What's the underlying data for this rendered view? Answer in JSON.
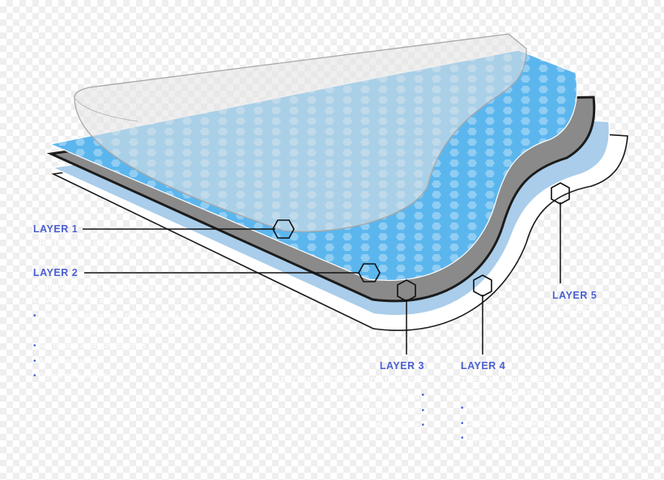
{
  "layers": [
    {
      "title": "LAYER 1",
      "subtitle": [
        "PROTECTIVE INTERLEAF"
      ],
      "bullets": []
    },
    {
      "title": "LAYER 2",
      "subtitle": [
        "UNIQUE NANOTECHNOLOGY",
        "COATING SYSTEM"
      ],
      "bullets": [
        "Formulated with extreme nanotechnology hydrophobic",
        "properties for anti contamination function",
        "Self healing ability on scratches",
        "Anti glare features",
        "Crystal clear visibility"
      ]
    },
    {
      "title": "LAYER 3",
      "subtitle": [
        "SPECIAL FORMULATED ADHESIVE"
      ],
      "bullets": [
        "Easy repositioning",
        "Ease of installation",
        "Safe & residue"
      ]
    },
    {
      "title": "LAYER 4",
      "subtitle": [
        "THERMA-POLYURETHANE",
        "PROTECTION FILM"
      ],
      "bullets": [
        "High level clarity",
        "Ultimate puncture defence",
        "Highly flexible & conformance"
      ]
    },
    {
      "title": "LAYER 5",
      "subtitle": [
        "POLYESTER LINER"
      ],
      "bullets": []
    }
  ],
  "colors": {
    "accent": "#4a5fd0",
    "layer_blue": "#5cb6ee",
    "layer_gray": "#8a8a8a",
    "layer_light_blue": "#a9cdea",
    "interleaf": "#d8d8d8"
  }
}
